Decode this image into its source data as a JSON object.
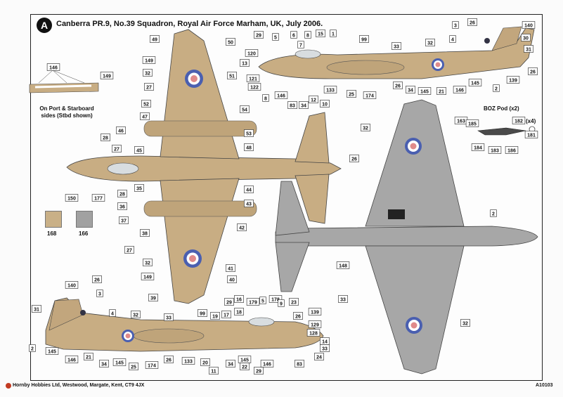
{
  "sheet": {
    "badge": "A",
    "title": "Canberra PR.9, No.39 Squadron, Royal Air Force Marham, UK, July 2006.",
    "side_note": "On Port & Starboard\nsides (Stbd shown)",
    "boz_title": "BOZ Pod (x2)",
    "boz_x4": "(x4)",
    "footer": "Hornby Hobbies Ltd, Westwood, Margate, Kent, CT9 4JX",
    "ref": "A10103"
  },
  "colors": {
    "sand": "#c8ad83",
    "grey": "#a7a7a7",
    "roundel_blue": "#4a5fb0",
    "roundel_red": "#e08a8a"
  },
  "swatches": [
    {
      "id": "168",
      "color": "#c9b087"
    },
    {
      "id": "166",
      "color": "#a1a1a1"
    }
  ],
  "callouts": {
    "side_top": [
      "3",
      "26",
      "140",
      "29",
      "5",
      "6",
      "7",
      "8",
      "15",
      "1",
      "99",
      "33",
      "32",
      "4",
      "30",
      "31",
      "13",
      "120",
      "121",
      "122",
      "8",
      "146",
      "83",
      "34",
      "12",
      "10",
      "133",
      "25",
      "174",
      "26",
      "34",
      "145",
      "21",
      "146",
      "145",
      "2",
      "139",
      "26"
    ],
    "planform": [
      "49",
      "50",
      "149",
      "32",
      "51",
      "27",
      "52",
      "54",
      "47",
      "53",
      "46",
      "28",
      "48",
      "27",
      "45",
      "26",
      "35",
      "44",
      "28",
      "43",
      "36",
      "42",
      "37",
      "38",
      "27",
      "32",
      "41",
      "149",
      "40",
      "39",
      "150",
      "177"
    ],
    "under": [
      "32",
      "163",
      "185",
      "182",
      "181",
      "184",
      "183",
      "186",
      "2",
      "148",
      "33",
      "32"
    ],
    "side_bottom": [
      "26",
      "140",
      "3",
      "31",
      "4",
      "32",
      "33",
      "99",
      "19",
      "17",
      "18",
      "29",
      "16",
      "179",
      "5",
      "178",
      "9",
      "23",
      "26",
      "139",
      "2",
      "145",
      "146",
      "21",
      "34",
      "145",
      "25",
      "174",
      "26",
      "133",
      "20",
      "11",
      "34",
      "145",
      "22",
      "29",
      "146",
      "83",
      "129",
      "128",
      "14",
      "33",
      "24"
    ],
    "detail": [
      "146",
      "149"
    ]
  }
}
